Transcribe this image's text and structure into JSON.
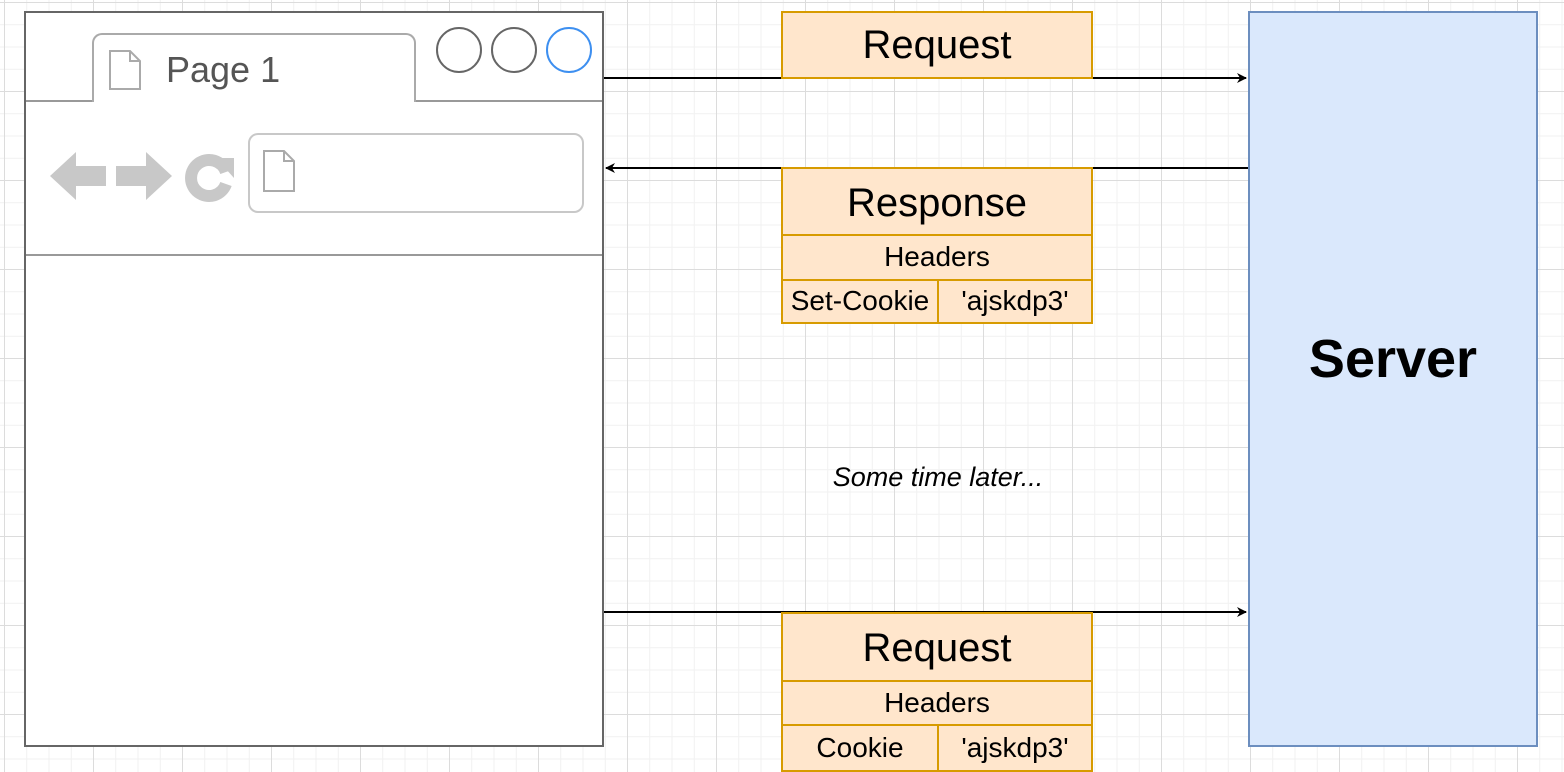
{
  "browser": {
    "tab_label": "Page 1"
  },
  "messages": {
    "request1": {
      "title": "Request"
    },
    "response": {
      "title": "Response",
      "headers_label": "Headers",
      "header_name": "Set-Cookie",
      "header_value": "'ajskdp3'"
    },
    "request2": {
      "title": "Request",
      "headers_label": "Headers",
      "header_name": "Cookie",
      "header_value": "'ajskdp3'"
    }
  },
  "note": "Some time later...",
  "server": {
    "label": "Server"
  },
  "colors": {
    "message_fill": "#ffe6cc",
    "message_stroke": "#d79b00",
    "server_fill": "#dae8fc",
    "server_stroke": "#6c8ebf",
    "active_window_control": "#3d8ff0"
  },
  "icons": [
    "document-icon",
    "back-arrow-icon",
    "forward-arrow-icon",
    "reload-icon"
  ]
}
